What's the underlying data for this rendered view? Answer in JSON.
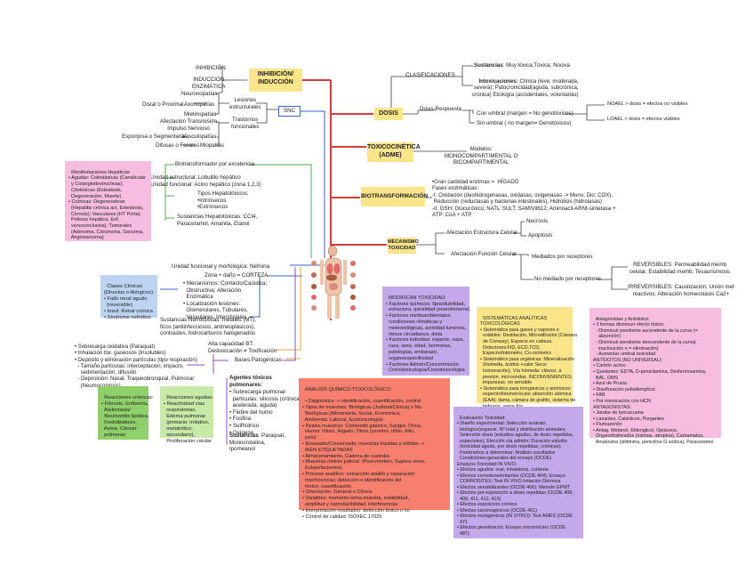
{
  "colors": {
    "red": "#d83b3b",
    "blue": "#3b63c4",
    "green": "#4db14a",
    "orange": "#e8a23a",
    "purple": "#8a4cc2",
    "dark": "#3f3f3f",
    "yellow": "#fbe58a",
    "pink": "#f6bde0",
    "lightblue": "#bcd4f2",
    "lavender": "#c3a8ea",
    "salmon": "#f77f6d",
    "limegreen": "#8fd06a",
    "lightgreen": "#c8eaa8"
  },
  "nodes": {
    "inhibicion_induccion": "INHIBICIÓN/\nINDUCCIÓN",
    "inhibicion": "INHIBICIÓN",
    "induccion_enzimatica": "INDUCCIÓN\nENZIMÁTICA",
    "lesiones_estructurales": "Lesiones\nestructurales",
    "trastornos_funcionales": "Trastornos\nfuncionales",
    "snc": "SNC",
    "neuronopatias": "Neuronopatías",
    "distal_proximal": "Distal o Proximal",
    "axonopatias": "Axonopatías",
    "mielinopatias": "Mielinopatías",
    "afectacion_transmision": "Afectación Transmisión\nImpulso Nervioso",
    "esponjosa": "Esponjosa o Segmentaria",
    "vasculopatias": "Vasculopatías",
    "difusas_focales": "Difusas o Focales",
    "miopatias": "Miopatías",
    "dosis": "DOSIS",
    "clasificaciones": "CLASIFICACIONES",
    "sustancias_label": "Sustancias",
    "sustancias_text": ": Muy tóxica;Tóxica; Nociva",
    "intoxicaciones_label": "Intoxicaciones:",
    "intoxicaciones_text": " Clínica (leve, moderada,\nsevera); Patocronicidad(aguda, subcrónica,\ncrónica) Etiología (accidentales, voluntarias)",
    "dosis_respuesta": "Dosis-Respuesta",
    "con_umbral": "Con umbral (margen = No genotóxicos)",
    "sin_umbral": "Sin umbral ( no margen= Genotóxicos)",
    "noael": "NOAEL > dosis = efectos no visibles",
    "loael": "LOAEL < dosis = efectos visibles",
    "toxicocinetica": "TOXICOCINÉTICA\n(ADME)",
    "modelos": "Modelos:\nMONOCOMPARTIMENTAL O\nBICOMPARTIMENTAL",
    "biotransformacion": "BIOTRANSFORMACIÓN",
    "biotransf_text": "•Gran cantidad enzimas =  HÍGADO\nFases enzimáticas:\n-I: Oxidación (deshidrogenasas, oxidasas, oxigenasas -> Mono, Dio; COX),\n Reducción (reductasas y bacterias intestinales), Hidrólisis (hidrolasas)\n-II: GSH; Glucurónico; NATs; SULT; SAM/Vitb12; Aminoacil-ARNt-sintetasa +\nATP: CoA + ATP",
    "mecanismo_toxicidad": "MECANISMO\nTOXICIDAD",
    "afectacion_estructura": "Afectación Estructura Celular",
    "necrosis": "Necrosis",
    "apoptosis": "Apoptosis",
    "afectacion_funcion": "Afectación Función Celular",
    "mediados_receptores": "Mediados por receptores",
    "no_mediado_receptores": "No mediado por receptores",
    "reversibles": "REVERSIBLES: Permeabilidad memb\ncelular, Estabilidad memb; Tesaurismosis",
    "irreversibles": "IRREVERSIBLES: Caustización; Unión met\nreactivos; Alteración homeostasis Ca2+",
    "biotransformador_excelencia": "Biotransformador por excelencia",
    "unidad_estructural": "•Unidad estructural: Lobulillo hepático\n•Unidad funcional: Acino hepático (zona 1,2,3)",
    "tipos_hepatotoxicos": "Tipos Hepatotóxicos:\n•Intrínsecos\n•Extrínsecos",
    "sustancias_hepatotoxicas": "Sustancias Hepatotóxicas: CCl4,\nParacetamol, Amanita, Etanol",
    "unidad_nefrona": "Unidad funcional y morfológica: Nefrona",
    "zona_dano": "Zona + daño = CORTEZA",
    "mecanismos_nefro": "• Mecanismos: Contacto/Caústica;\n  Obstructiva; Alteración\n  Enzimática\n• Localización lesiones:\n  Glomerulares, Tubulares,\n  Vasculares, Intersticiales",
    "sustancias_nefro": "Sustancias Nefrotóxicas: metales (MT),\nficos (antiinfecciosos, antineoplásicos),\ncontrastes, hidrocarburos halogenados",
    "alta_capacidad": "Alta capacidad BT:\nDestoxicación ≠ Toxificación",
    "sobrecarga_oxidativa": "• Sobrecarga oxidativa (Paraquat)\n• Inhalación tóx. gaseosos (Insolubles)\n• Depósito y eliminación partículas (tipo respiración)\n  - Tamaño partículas: interceptación, impacto,\n    sedimentación, difusión\n  - Deposición: Nasal, Traqueobronquial, Pulmonar\n    (Neumoconiosis)",
    "bases_patogenicas": "Bases Patogénicas",
    "agentes_toxicos_title": "Agentes tóxicos\npulmonares:",
    "agentes_toxicos": "• Sobrecarga pulmonar\n  partículas: silicosis (crónica,\n  acelerada, aguda)\n• Fiebre del humo\n• Fosfina\n• Sulfhídrico\n• Oxígeno",
    "sustancias_pulm_label": "Sustancias",
    "sustancias_pulm": ": Paraquat,\nMonocrotalina,\nIpomeanol"
  },
  "boxes": {
    "manifestaciones": "Manifestaciones Hepáticas\n• Agudas: Colestásicas (Canalicular\n  y Colangiodestructivas);\n  Citotóxicas (Esteatosis,\n  Degeneración, Muerte)\n• Crónicas: Degenerativas\n  (Hepatitis crónica act, Esteatosis,\n  Cirrosis); Vasculares (HT Portal,\n  Peliosis hepática, Enf.\n  venosooclusiva); Tumorales\n  (Adenoma, Carcinoma, Sarcoma,\n  Angiosarcoma)",
    "clases_clinicas": "Clases Clínicas\n(Directos o Alérgicos):\n• Fallo renal agudo\n  (reversible)\n• Insuf. Renal crónica\n• Síndrome nefrótico",
    "reacciones_cronicas": "Reacciones crónicas:\n• Fibrosis, Enfisema,\n  Atelectasia/\n  Neumonitis lipídica,\n  Fosfolipidosis,\n  Asma, Cáncer\n  pulmonar",
    "reacciones_agudas": "Reacciones agudas:\n• Reactividad vías\n  respiratorias,\n  Edema pulmonar\n  (primario: irritativo,\n  metabólico;\n  secundario),\n  Proliferación celular",
    "modifican": "MODIFICAN TOXICIDAD:\n• Factores químicos: liposolubilidad,\n  estructura, quiralidad (enantiómeros)\n• Factores medioambientales:\n  condiciones climáticas y\n  meteorológicas, actividad lumínica,\n  ritmos circadianos, dieta\n• Factores individuo: especie, cepa,\n  raza, sexo, edad, hormonas,\n  patologías, embarazo,\n  organoespecificidad\n• Factores Admón/Concentración\n  Cronotoxicología/Cronotoxicología",
    "sistematicas": "SISTEMÁTICAS ANALÍTICAS\nTOXICOLÓGICAS\n• Sistemática para gases y vapores o\n  volátiles: Destilación, Microdifusión (Cámara\n  de Conway), Espacio en cabeza.\n  Detectores:FID, ECD,TCD,\n  Espectrofotómetro, Co-oxímetro\n• Sistemática para orgánicas: Mineralización\n  (Húmeda, ácidos +calor Seca:\n  Incineración), Vía húmeda: clásico, a\n  presión, microondas. INCONVENIENTES:\n  impurezas, no sensible\n• Sistemática para inorgánicos y aniónicos:\n  espectrofotometría por absorción atómica\n  (EAA): llama, cámara de grafito, sistema de\n  hidruros, vapor frío.",
    "analisis_title": "ANÁLISIS QUÍMICO-TOXICOLÓGICO:",
    "analisis": "• Diagnóstico -> identificación, cuantificación, control\n• Tipos de muestras: Biológicas (Judicial/Clínica) o No\n  Biológicas (Alimentaria, Social, Económica,\n  Ambiental, Laboral, Ecotoxicología)\n• Ppales muestras: Contenido gástrico, Sangre, Orina,\n  Humor Vítreo, Hígado, Otros (cerebro, riñón, bilis,\n  pelo)\n• Envasado/Conservado: muestras líquidas o sólidas -> \n  BIEN ETIQUETADAS\n• Almacenamiento, Cadena de custodia\n• Muestras metrés judicial  (Post-mortem, Sujetos vivos,\n  Estupefacientes)\n• Proceso analítico: extracción analito y separación\n  interferencias; detección e identificación del\n  tóxico; cuantificación\n• Orientación: General o Clínica\n• Variables: momento toma muestra, estabilidad,\n  ampllitud y reproducibilidad, interferencias\n• Interpretación resultados: detección tóxico o no\n• Control de calidad: ISO/IEC 17025",
    "evaluacion": "Evaluación Toxicidad:\n• Diseño experimental: Selección sustrato\n  biológico(especie, Nº total y distribución animales;\n  Selección dosis (estudios agudos, de dosis repetidas,\n  especiales); Elección vía admón; Duración estudio\n  (toxicidad aguda, por dosis repetidas, crónicas);\n  Parámetros a determinar; Análisis resultados\n  Condiciones generales del ensayo (OCDE)\nEnsayos Toxicidad IN VIVO:\n• Efectos agudos: oral, inhalatoria, cutánea\n• Efectos corrosivos/irritantes (OCDE 404): Ensayo\n  CORROSITEX; Test IN VIVO Irritación Dérmica\n• Efectos sensibilizantes (OCDE 406): Método GPMT\n• Efectos por exposición a dosis repetidas (OCDE 408,\n  409, 411, 412, 413)\n• Efectos exposición crónica\n• Efectos carcinogénicos (OCDE 451)\n• Efectos mutágenicos (IN VITRO): Test AMES (OCDE\n  471\n• Efectos genotóxicos: Ensayo micronúcleo (OCDE\n  487)",
    "antagonistas": "Antagonistas y Antídotos:\n• 3 formas disminuir efecto tóxico:\n  - Disminuir pendiente ascendente de la curva (=\n    absorción)\n  - Disminuir pendiente descendente de la curva(\n    inactivación o = eliminación)\n  - Aumentar umbral toxicidad\nANTÍDOTOS (NO UNIVERSAL):\n• Carbón activo\n• Quelantes: EDTA, D-penicilamina, Desferrioxamina,\n  BAL, DMS\n• Azul de Prusia\n• Disulfuración polietilenglicol\n• FAB\n• Por intoxicación con HCN\nANTAGONISTAS:\n• Jarabe de Ipecacuana\n• Laxantes, Catárticos, Purgantes\n• Flumazenilo\n• Antag. Metanol, Etilenglicol, Opiáceos,\n  Organofosforados (oximas, atropina), Carbamatos,\n  Amatoxina (silibinina, penicilina G sódica), Paracetamol"
  }
}
